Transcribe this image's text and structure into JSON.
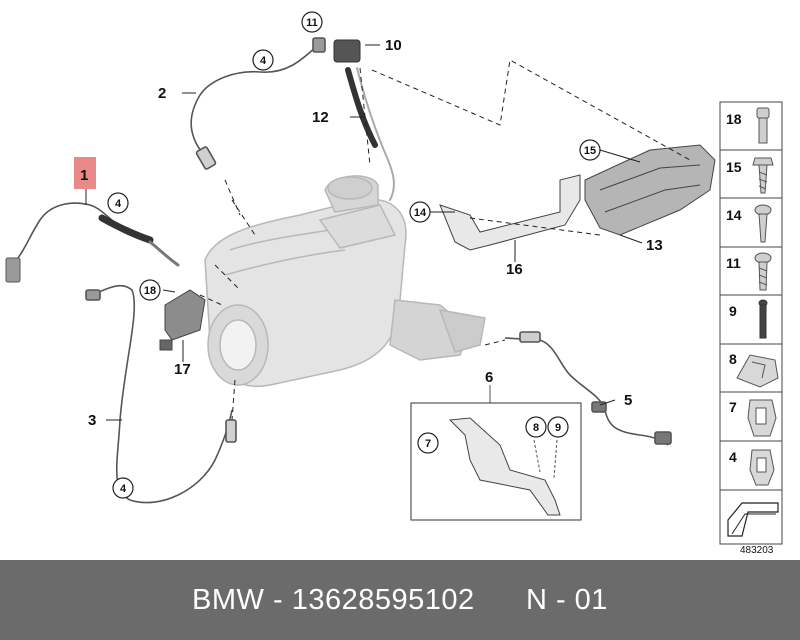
{
  "diagram": {
    "callouts": {
      "c1": "1",
      "c2": "2",
      "c3": "3",
      "c5": "5",
      "c6": "6",
      "c10": "10",
      "c12": "12",
      "c13": "13",
      "c16": "16",
      "c17": "17"
    },
    "circles": {
      "c4a": "4",
      "c4b": "4",
      "c4c": "4",
      "c7": "7",
      "c8": "8",
      "c9": "9",
      "c11": "11",
      "c14": "14",
      "c15": "15",
      "c18": "18"
    },
    "legend": [
      {
        "num": "18",
        "icon": "torx-bolt-icon"
      },
      {
        "num": "15",
        "icon": "flange-screw-icon"
      },
      {
        "num": "14",
        "icon": "screw-icon"
      },
      {
        "num": "11",
        "icon": "torx-screw-icon"
      },
      {
        "num": "9",
        "icon": "bolt-icon"
      },
      {
        "num": "8",
        "icon": "cable-clip-icon"
      },
      {
        "num": "7",
        "icon": "retaining-clip-icon"
      },
      {
        "num": "4",
        "icon": "holder-clip-icon"
      },
      {
        "num": "",
        "icon": "arrow-icon"
      }
    ],
    "diagram_code": "483203",
    "colors": {
      "highlight": "#e98a8a",
      "part_gray": "#c8c8c8",
      "footer_bg": "#6b6b6b"
    }
  },
  "footer": {
    "brand": "BMW",
    "sep1": " - ",
    "part_number": "13628595102",
    "gap": "      ",
    "code": "N - 01"
  }
}
